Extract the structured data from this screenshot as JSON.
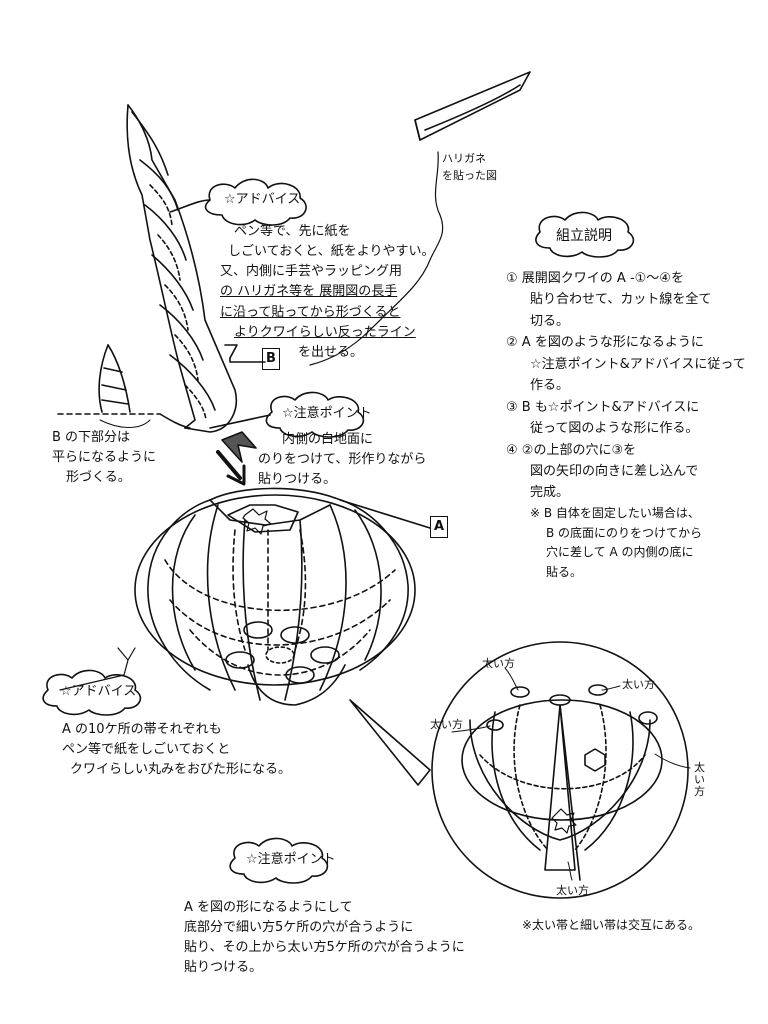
{
  "labels": {
    "A": "A",
    "B": "B"
  },
  "wire_note": {
    "line1": "ハリガネ",
    "line2": "を貼った図"
  },
  "advice_top": {
    "title": "☆アドバイス",
    "line1": "ペン等で、先に紙を",
    "line2": "しごいておくと、紙をよりやすい。",
    "line3": "又、内側に手芸やラッピング用",
    "line4": "の ハリガネ等を 展開図の長手",
    "line5": "に沿って貼ってから形づくると",
    "line6": "よりクワイらしい反ったライン",
    "line7": "を出せる。"
  },
  "b_bottom_note": {
    "line1": "B の下部分は",
    "line2": "平らになるように",
    "line3": "形づくる。"
  },
  "caution_mid": {
    "title": "☆注意ポイント",
    "line1": "内側の白地面に",
    "line2": "のりをつけて、形作りながら",
    "line3": "貼りつける。"
  },
  "assembly": {
    "title": "組立説明",
    "step1_num": "①",
    "step1_line1": "展開図クワイの A -①〜④を",
    "step1_line2": "貼り合わせて、カット線を全て",
    "step1_line3": "切る。",
    "step2_num": "②",
    "step2_line1": "A を図のような形になるように",
    "step2_line2": "☆注意ポイント&アドバイスに従って",
    "step2_line3": "作る。",
    "step3_num": "③",
    "step3_line1": "B も☆ポイント&アドバイスに",
    "step3_line2": "従って図のような形に作る。",
    "step4_num": "④",
    "step4_line1": "②の上部の穴に③を",
    "step4_line2": "図の矢印の向きに差し込んで",
    "step4_line3": "完成。",
    "note_line1": "※ B 自体を固定したい場合は、",
    "note_line2": "B の底面にのりをつけてから",
    "note_line3": "穴に差して A の内側の底に",
    "note_line4": "貼る。"
  },
  "advice_bottom": {
    "title": "☆アドバイス",
    "line1": "A の10ケ所の帯それぞれも",
    "line2": "ペン等で紙をしごいておくと",
    "line3": "クワイらしい丸みをおびた形になる。"
  },
  "detail_labels": {
    "thick1": "太い方",
    "thick2": "太い方",
    "thick3": "太い方",
    "thick4": "太い方",
    "thick5": "太い方"
  },
  "caution_bottom": {
    "title": "☆注意ポイント",
    "line1": "A を図の形になるようにして",
    "line2": "底部分で細い方5ケ所の穴が合うように",
    "line3": "貼り、その上から太い方5ケ所の穴が合うように",
    "line4": "貼りつける。"
  },
  "footnote": "※太い帯と細い帯は交互にある。"
}
